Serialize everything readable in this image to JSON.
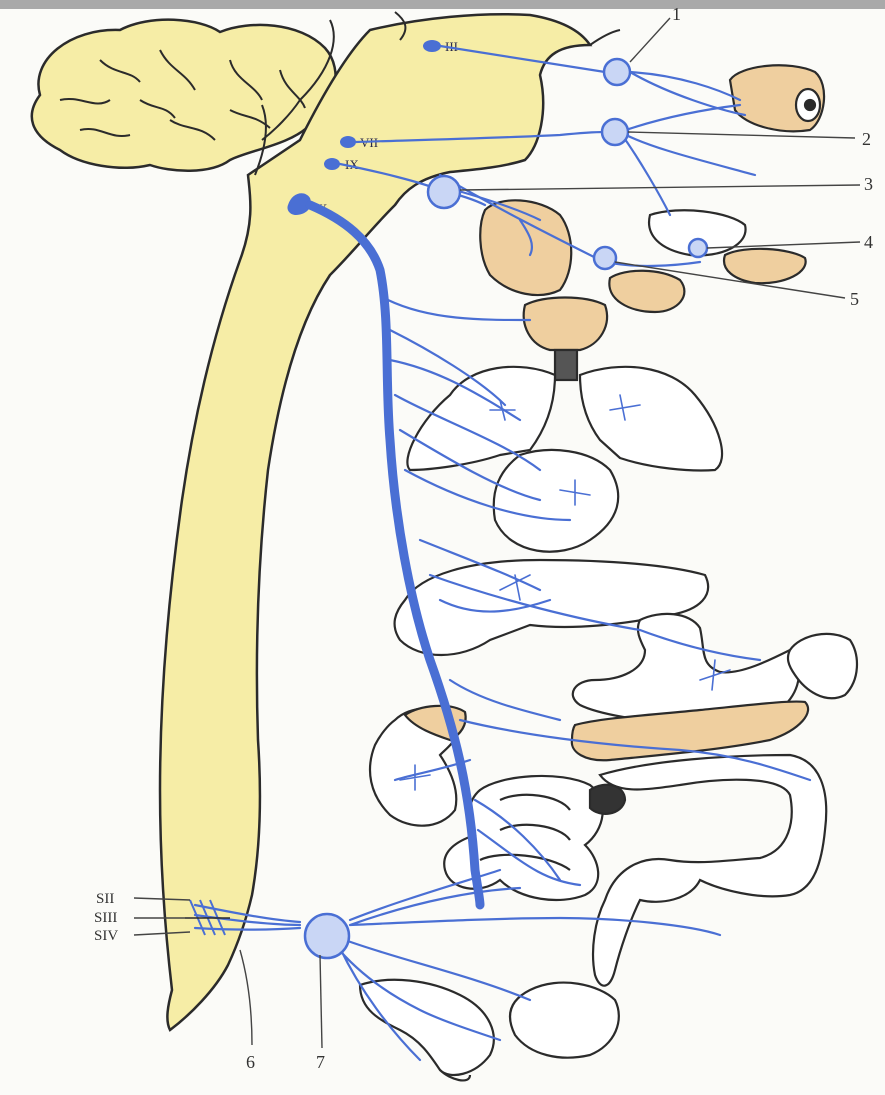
{
  "palette": {
    "neural_yellow": "#f6eda6",
    "organ_tan": "#efcf9f",
    "nerve_blue": "#4a6fd4",
    "outline": "#2b2b2b",
    "header_bar": "#a9a9a9"
  },
  "nucleus_labels": [
    "III",
    "VII",
    "IX",
    "X"
  ],
  "callout_labels": [
    "1",
    "2",
    "3",
    "4",
    "5",
    "6",
    "7"
  ],
  "sacral_labels": [
    "SII",
    "SIII",
    "SIV"
  ]
}
